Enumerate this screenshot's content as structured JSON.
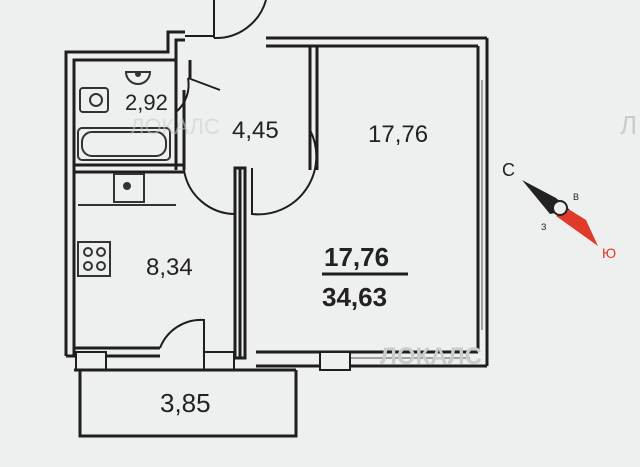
{
  "rooms": {
    "bathroom": "2,92",
    "hallway": "4,45",
    "living_room": "17,76",
    "kitchen": "8,34",
    "balcony": "3,85"
  },
  "totals": {
    "living_area": "17,76",
    "total_area": "34,63"
  },
  "compass": {
    "north": "С",
    "south": "Ю",
    "east": "В",
    "west": "З"
  },
  "watermark": {
    "text": "ЛОКАЛС",
    "side_mark": "Л",
    "faint_mark": "ЛОКАЛС"
  },
  "colors": {
    "wall": "#1e1e1e",
    "compass_north": "#222222",
    "compass_south": "#e03a2a"
  }
}
